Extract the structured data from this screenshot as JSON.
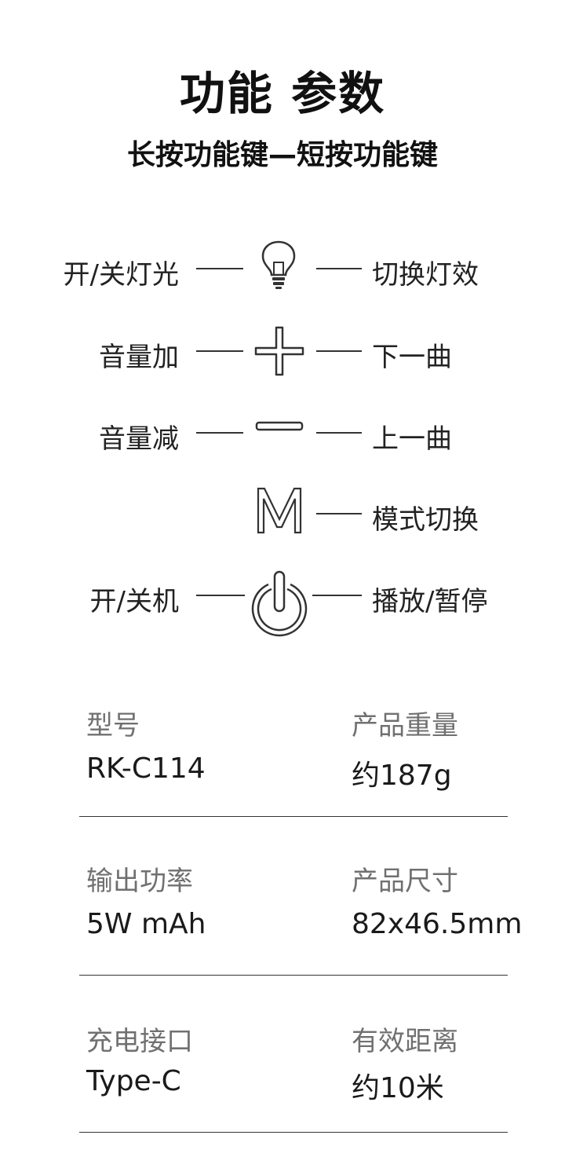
{
  "header": {
    "title": "功能 参数",
    "subtitle": "长按功能键—短按功能键"
  },
  "functions": [
    {
      "long_press": "开/关灯光",
      "icon": "lightbulb-icon",
      "short_press": "切换灯效"
    },
    {
      "long_press": "音量加",
      "icon": "plus-icon",
      "short_press": "下一曲"
    },
    {
      "long_press": "音量减",
      "icon": "minus-icon",
      "short_press": "上一曲"
    },
    {
      "long_press": "",
      "icon": "m-mode-icon",
      "short_press": "模式切换"
    },
    {
      "long_press": "开/关机",
      "icon": "power-icon",
      "short_press": "播放/暂停"
    }
  ],
  "specs": [
    {
      "left_label": "型号",
      "left_value": "RK-C114",
      "right_label": "产品重量",
      "right_value": "约187g"
    },
    {
      "left_label": "输出功率",
      "left_value": "5W mAh",
      "right_label": "产品尺寸",
      "right_value": "82x46.5mm"
    },
    {
      "left_label": "充电接口",
      "left_value": "Type-C",
      "right_label": "有效距离",
      "right_value": "约10米"
    }
  ]
}
